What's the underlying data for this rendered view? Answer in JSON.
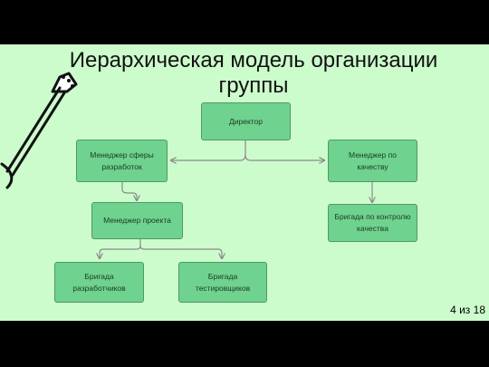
{
  "slide": {
    "title": "Иерархическая модель организации группы",
    "page_indicator": "4 из 18"
  },
  "diagram": {
    "nodes": {
      "director": "Директор",
      "dev_manager": "Менеджер сферы разработок",
      "quality_manager": "Менеджер по качеству",
      "project_manager": "Менеджер проекта",
      "qc_team": "Бригада по контролю качества",
      "dev_team": "Бригада разработчиков",
      "test_team": "Бригада тестировщиков"
    }
  },
  "colors": {
    "slide_bg": "#ccfccc",
    "node_fill": "#6fd28e",
    "node_border": "#4e9a65",
    "connector": "#8a8a8a"
  }
}
